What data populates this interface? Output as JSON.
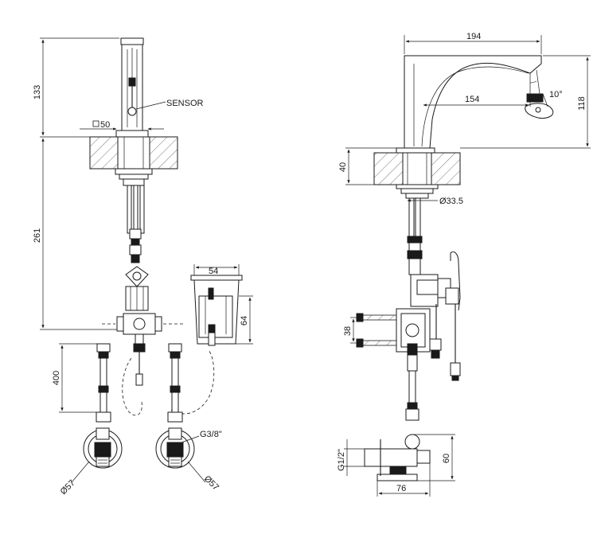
{
  "labels": {
    "sensor": "SENSOR",
    "square_50": "50",
    "dim_133": "133",
    "dim_261": "261",
    "dim_400": "400",
    "dim_54": "54",
    "dim_64": "64",
    "thread_g38": "G3/8\"",
    "dia_57_left": "Ø57",
    "dia_57_right": "Ø57",
    "dim_194": "194",
    "dim_154": "154",
    "angle_10": "10°",
    "dim_118": "118",
    "dim_40": "40",
    "dia_33_5": "Ø33.5",
    "dim_38": "38",
    "thread_g12": "G1/2\"",
    "dim_60": "60",
    "dim_76": "76"
  }
}
